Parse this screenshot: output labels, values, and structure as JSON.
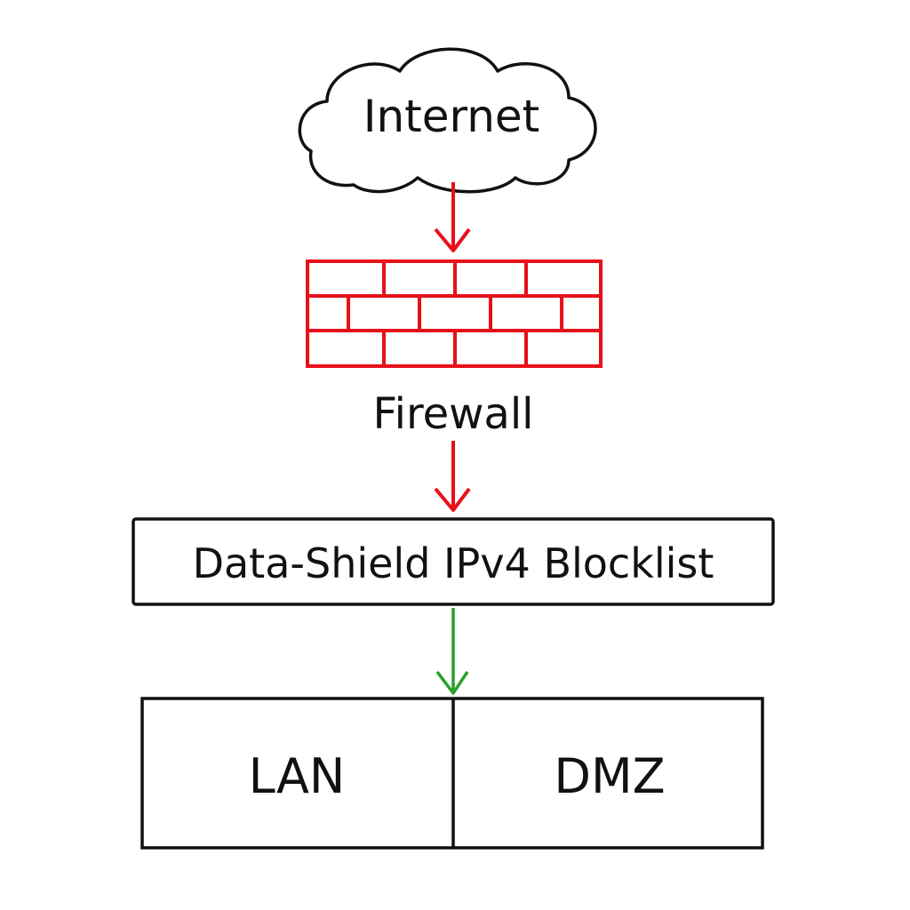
{
  "diagram": {
    "nodes": {
      "internet": {
        "label": "Internet",
        "shape": "cloud"
      },
      "firewall": {
        "label": "Firewall",
        "shape": "brick-wall"
      },
      "blocklist": {
        "label": "Data-Shield IPv4 Blocklist",
        "shape": "rectangle"
      },
      "lan": {
        "label": "LAN",
        "shape": "rectangle"
      },
      "dmz": {
        "label": "DMZ",
        "shape": "rectangle"
      }
    },
    "edges": [
      {
        "from": "internet",
        "to": "firewall",
        "color": "#e8101a"
      },
      {
        "from": "firewall",
        "to": "blocklist",
        "color": "#e8101a"
      },
      {
        "from": "blocklist",
        "to": "lan-dmz",
        "color": "#2aa02a"
      }
    ],
    "colors": {
      "threat_path": "#e8101a",
      "clean_path": "#2aa02a",
      "outline": "#111111"
    }
  }
}
